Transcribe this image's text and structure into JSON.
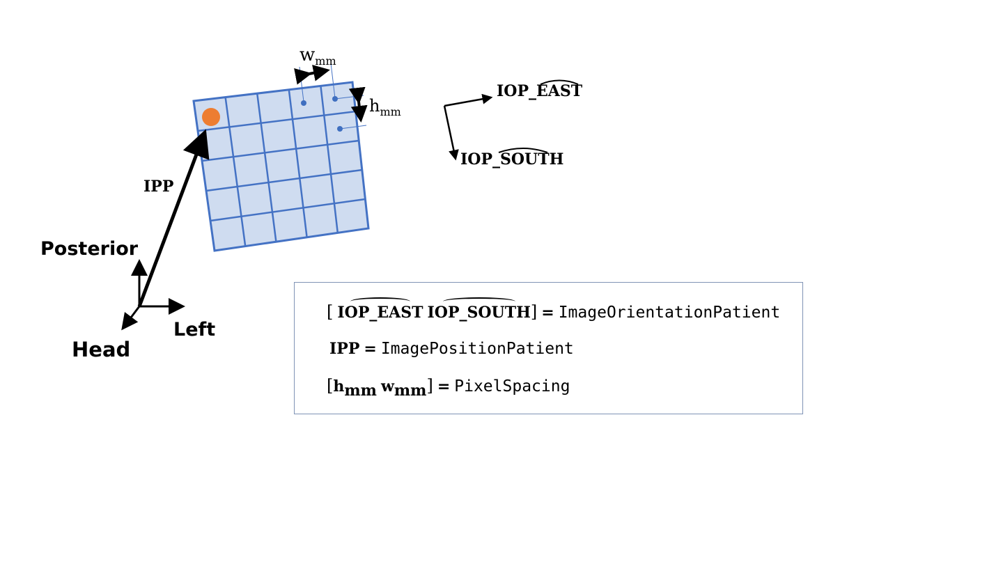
{
  "vectors": {
    "iop_east": "IOP_EAST",
    "iop_south": "IOP_SOUTH",
    "ipp": "IPP"
  },
  "spacing": {
    "w_base": "w",
    "h_base": "h",
    "sub": "mm"
  },
  "axes": {
    "posterior": "Posterior",
    "left": "Left",
    "head": "Head"
  },
  "legend": {
    "line1": {
      "open": "[",
      "east": "IOP_EAST",
      "south": "IOP_SOUTH",
      "close": "]",
      "eq": "=",
      "value": "ImageOrientationPatient"
    },
    "line2": {
      "ipp": "IPP",
      "eq": "=",
      "value": "ImagePositionPatient"
    },
    "line3": {
      "open": "[",
      "h": "h",
      "w": "w",
      "sub": "mm",
      "close": "]",
      "eq": "=",
      "value": "PixelSpacing"
    }
  },
  "colors": {
    "grid_fill": "#cfdcf0",
    "grid_line": "#4472c4",
    "origin_dot": "#ed7d31",
    "sample_dot": "#3f6fc0",
    "arrow": "#000000"
  },
  "grid": {
    "columns": 5,
    "rows": 5
  }
}
